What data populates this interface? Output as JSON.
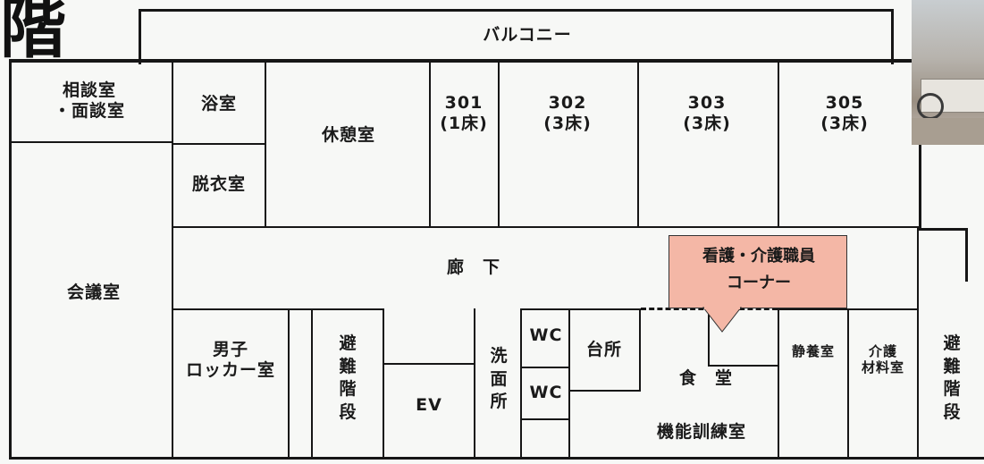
{
  "floor_heading": "階",
  "balcony": "バルコニー",
  "rooms": {
    "consultation_1": "相談室",
    "consultation_2": "・面談室",
    "bath": "浴室",
    "lounge": "休憩室",
    "r301_num": "301",
    "r301_beds": "(1床)",
    "r302_num": "302",
    "r302_beds": "(3床)",
    "r303_num": "303",
    "r303_beds": "(3床)",
    "r305_num": "305",
    "r305_beds": "(3床)",
    "changing": "脱衣室",
    "corridor": "廊　下",
    "meeting": "会議室",
    "locker_1": "男子",
    "locker_2": "ロッカー室",
    "stairs_left": "避難階段",
    "elevator": "EV",
    "washroom": "洗面所",
    "wc_upper": "WC",
    "wc_lower": "WC",
    "kitchen": "台所",
    "dining": "食　堂",
    "training": "機能訓練室",
    "recuperation": "静養室",
    "care_1": "介護",
    "care_2": "材料室",
    "stairs_right": "避難階段"
  },
  "callout": {
    "line1": "看護・介護職員",
    "line2": "コーナー",
    "fill": "#f4b7a6"
  }
}
